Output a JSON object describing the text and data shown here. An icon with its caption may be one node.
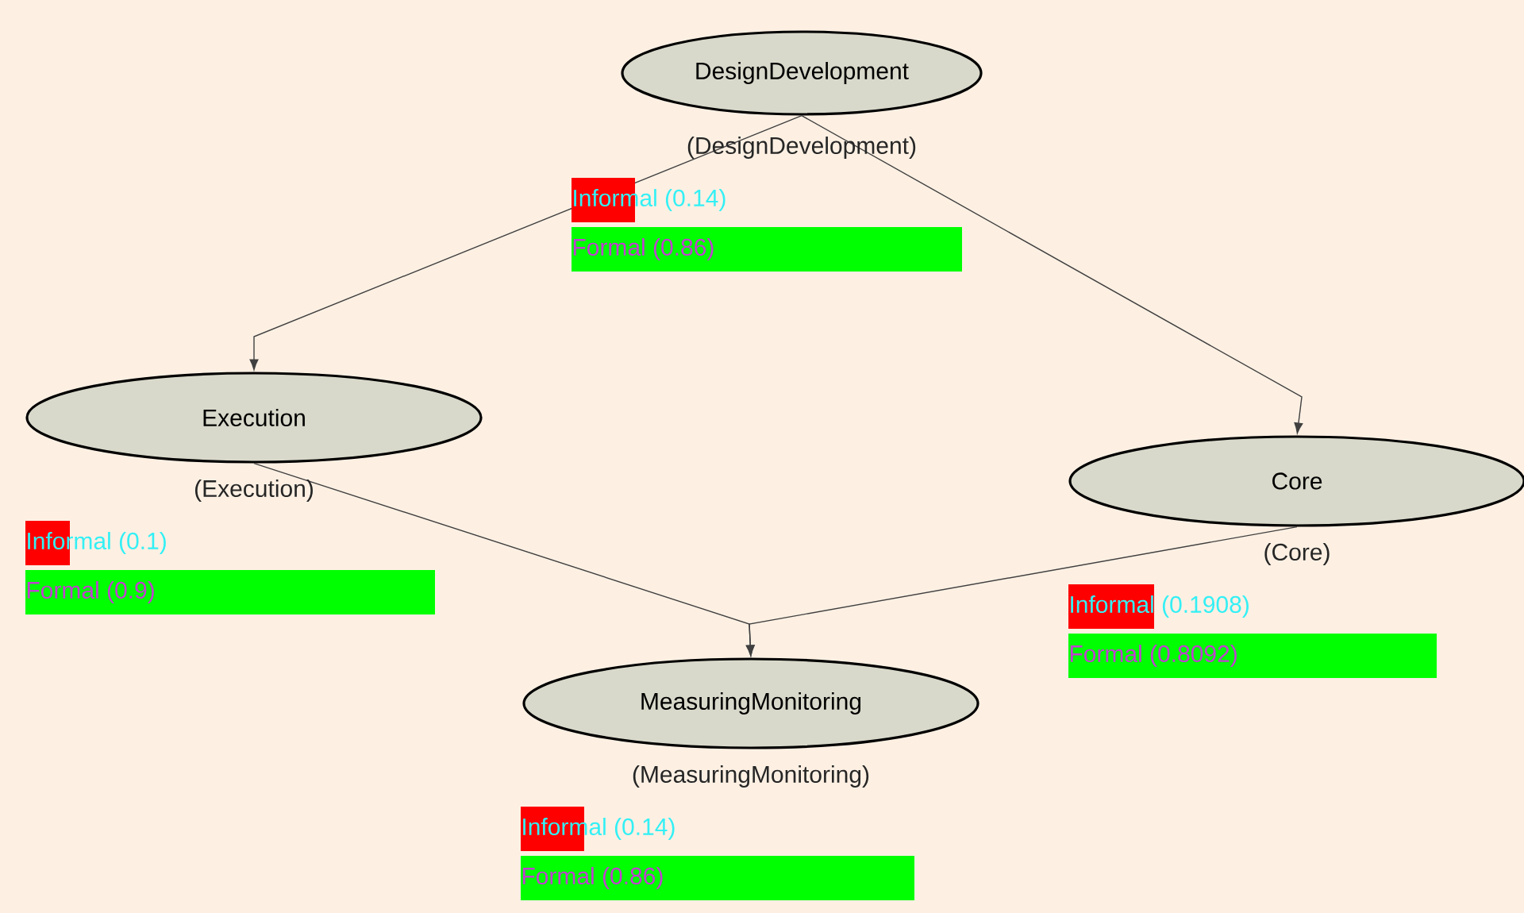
{
  "diagram": {
    "nodes": [
      {
        "text": [
          "DesignDevelopment"
        ],
        "beside": [
          "(DesignDevelopment)",
          "Informal (0.14)",
          "Formal (0.86)"
        ]
      },
      {
        "text": [
          "Execution"
        ],
        "beside": [
          "(Execution)",
          "Informal (0.1)",
          "Formal (0.9)"
        ]
      },
      {
        "text": [
          "Core"
        ],
        "beside": [
          "(Core)",
          "Informal (0.1908)",
          "Formal (0.8092)"
        ]
      },
      {
        "text": [
          "MeasuringMonitoring"
        ],
        "beside": [
          "(MeasuringMonitoring)",
          "Informal (0.14)",
          "Formal (0.86)"
        ]
      }
    ],
    "edges": [
      {
        "from": 0,
        "to": 1,
        "arrow": "to"
      },
      {
        "from": 0,
        "to": 2,
        "arrow": "to"
      },
      {
        "from": 1,
        "to": 3,
        "arrow": "to"
      },
      {
        "from": 2,
        "to": 3,
        "arrow": "to"
      }
    ]
  }
}
